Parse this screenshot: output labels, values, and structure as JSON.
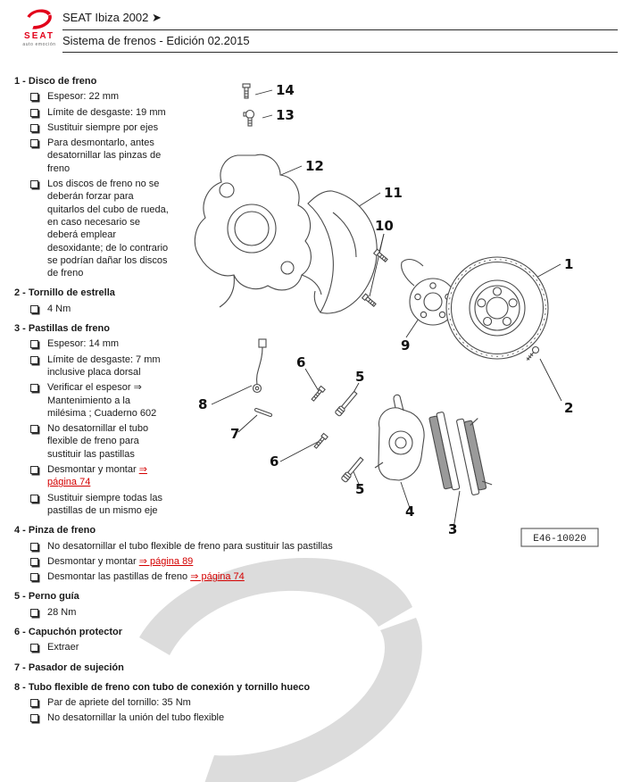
{
  "header": {
    "logo_text": "SEAT",
    "logo_sub": "auto emoción",
    "title": "SEAT Ibiza 2002 ➤",
    "subtitle": "Sistema de frenos - Edición 02.2015"
  },
  "colors": {
    "seat_red": "#e2001a",
    "link_red": "#d40000",
    "text": "#1a1a1a"
  },
  "items": [
    {
      "label": "1 - Disco de freno",
      "bullets": [
        {
          "text": "Espesor: 22 mm"
        },
        {
          "text": "Límite de desgaste: 19 mm"
        },
        {
          "text": "Sustituir siempre por ejes"
        },
        {
          "text": "Para desmontarlo, antes desatornillar las pinzas de freno"
        },
        {
          "text": "Los discos de freno no se deberán forzar para quitarlos del cubo de rueda, en caso necesario se deberá emplear desoxidante; de lo contrario se podrían dañar los discos de freno"
        }
      ]
    },
    {
      "label": "2 - Tornillo de estrella",
      "bullets": [
        {
          "text": "4 Nm"
        }
      ]
    },
    {
      "label": "3 - Pastillas de freno",
      "bullets": [
        {
          "text": "Espesor: 14 mm"
        },
        {
          "text": "Límite de desgaste: 7 mm inclusive placa dorsal"
        },
        {
          "text": "Verificar el espesor ⇒ Mantenimiento a la milésima ; Cuaderno 602"
        },
        {
          "text": "No desatornillar el tubo flexible de freno para sustituir las pastillas"
        },
        {
          "text": "Desmontar y montar ",
          "link": "⇒ página 74"
        },
        {
          "text": "Sustituir siempre todas las pastillas de un mismo eje"
        }
      ]
    },
    {
      "label": "4 - Pinza de freno",
      "bullets": [
        {
          "text": "No desatornillar el tubo flexible de freno para sustituir las pastillas"
        },
        {
          "text": "Desmontar y montar ",
          "link": "⇒ página 89"
        },
        {
          "text": "Desmontar las pastillas de freno ",
          "link": "⇒ página 74"
        }
      ]
    },
    {
      "label": "5 - Perno guía",
      "bullets": [
        {
          "text": "28 Nm"
        }
      ]
    },
    {
      "label": "6 - Capuchón protector",
      "bullets": [
        {
          "text": "Extraer"
        }
      ]
    },
    {
      "label": "7 - Pasador de sujeción",
      "bullets": []
    },
    {
      "label": "8 - Tubo flexible de freno con tubo de conexión y tornillo hueco",
      "bullets": [
        {
          "text": "Par de apriete del tornillo: 35 Nm"
        },
        {
          "text": "No desatornillar la unión del tubo flexible"
        }
      ]
    }
  ],
  "diagram": {
    "label": "E46-10020",
    "callouts": [
      "14",
      "13",
      "12",
      "11",
      "10",
      "1",
      "9",
      "2",
      "6",
      "5",
      "8",
      "7",
      "6",
      "5",
      "4",
      "3"
    ]
  }
}
